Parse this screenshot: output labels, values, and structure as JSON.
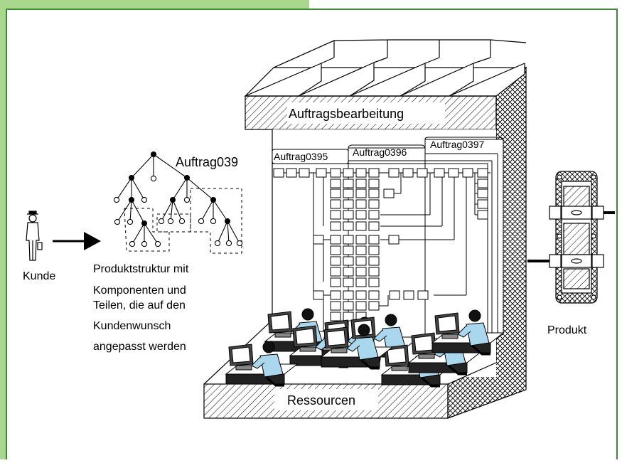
{
  "colors": {
    "frame_green": "#3c8a32",
    "title_bar_green": "#a8d88c",
    "person_blue": "#a9d8ee",
    "ink": "#000000"
  },
  "customer": {
    "label": "Kunde"
  },
  "product_structure": {
    "order_label": "Auftrag039",
    "caption_lines": [
      "Produktstruktur mit",
      "Komponenten und",
      "Teilen, die auf den",
      "Kundenwunsch",
      "angepasst werden"
    ]
  },
  "factory": {
    "roof_label": "Auftragsbearbeitung",
    "floor_label": "Ressourcen",
    "order_sheets": [
      "Auftrag0395",
      "Auftrag0396",
      "Auftrag0397"
    ]
  },
  "product": {
    "label": "Produkt"
  },
  "icons": {
    "customer": "person-icon",
    "arrow": "arrow-right-icon",
    "product": "gearbox-icon",
    "workstation": "computer-workstation-icon"
  }
}
